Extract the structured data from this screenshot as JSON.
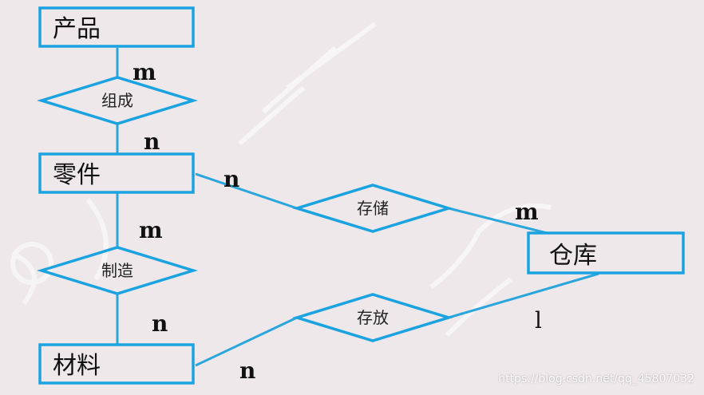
{
  "colors": {
    "border": "#1aa3e0",
    "line": "#2aa6dc",
    "text": "#111111",
    "background": "#efe8ea"
  },
  "entities": {
    "product": "产品",
    "part": "零件",
    "material": "材料",
    "warehouse": "仓库"
  },
  "relationships": {
    "compose": "组成",
    "store_part": "存储",
    "manufacture": "制造",
    "store_material": "存放"
  },
  "cardinalities": {
    "product_compose": "m",
    "compose_part": "n",
    "part_store": "n",
    "store_warehouse": "m",
    "part_manufacture": "m",
    "manufacture_material": "n",
    "material_store": "n",
    "store_warehouse2": "l"
  },
  "watermark": {
    "url": "https://blog.csdn.net/qq_45807032"
  }
}
